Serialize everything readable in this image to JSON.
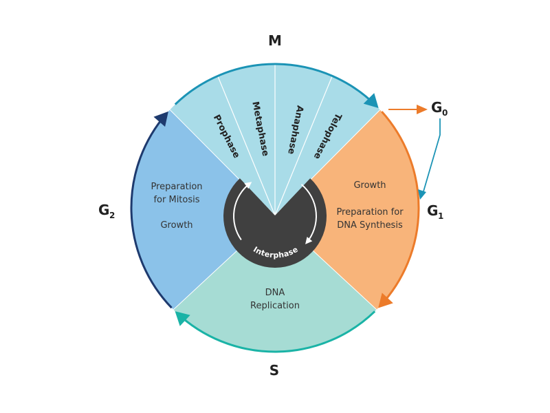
{
  "diagram": {
    "title": "Cell Cycle",
    "phases": {
      "M": {
        "label": "M",
        "color": "#a9dce8",
        "arrow_color": "#1b93b5"
      },
      "G1": {
        "label": "G",
        "sub": "1",
        "color": "#f8b47a",
        "arrow_color": "#ec7b2a",
        "lines": [
          "Growth",
          "",
          "Preparation for",
          "DNA Synthesis"
        ]
      },
      "S": {
        "label": "S",
        "color": "#a6dcd4",
        "arrow_color": "#1ab3a6",
        "lines": [
          "DNA",
          "Replication"
        ]
      },
      "G2": {
        "label": "G",
        "sub": "2",
        "color": "#8bc2e9",
        "arrow_color": "#1e3a6e",
        "lines": [
          "Preparation",
          "for Mitosis",
          "",
          "Growth"
        ]
      },
      "G0": {
        "label": "G",
        "sub": "0"
      }
    },
    "mitosis_stages": [
      "Prophase",
      "Metaphase",
      "Anaphase",
      "Telophase"
    ],
    "interphase": {
      "label": "Interphase",
      "color": "#404040"
    },
    "g0_arrow_in_color": "#ec7b2a",
    "g0_arrow_out_color": "#1b93b5"
  }
}
